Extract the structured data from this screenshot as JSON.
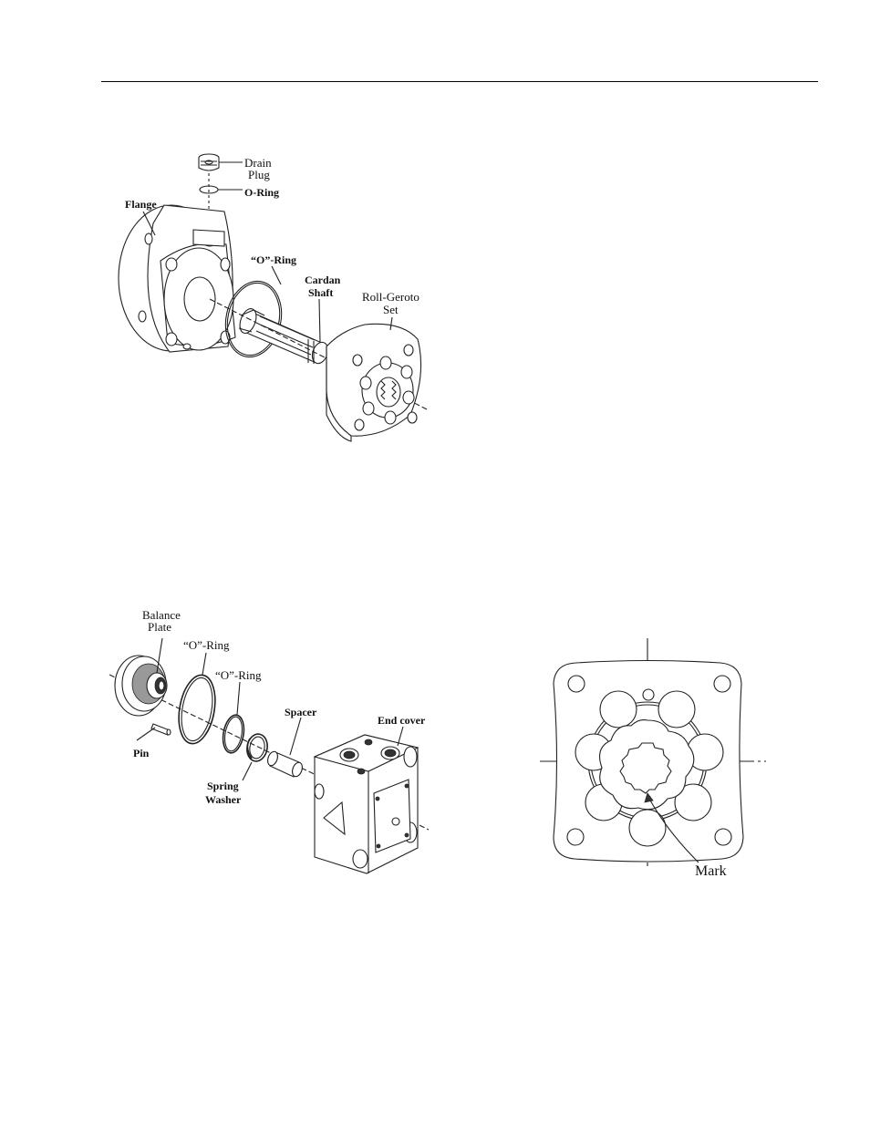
{
  "figure1": {
    "labels": {
      "drain_plug_1": "Drain",
      "drain_plug_2": "Plug",
      "o_ring": "O-Ring",
      "flange": "Flange",
      "o_ring_2": "“O”-Ring",
      "cardan_shaft_1": "Cardan",
      "cardan_shaft_2": "Shaft",
      "roll_geroto_1": "Roll-Geroto",
      "roll_geroto_2": "Set"
    }
  },
  "figure2": {
    "labels": {
      "balance_plate_1": "Balance",
      "balance_plate_2": "Plate",
      "o_ring_a": "“O”-Ring",
      "o_ring_b": "“O”-Ring",
      "pin": "Pin",
      "spring_washer_1": "Spring",
      "spring_washer_2": "Washer",
      "spacer": "Spacer",
      "end_cover": "End cover"
    }
  },
  "figure3": {
    "labels": {
      "mark": "Mark"
    }
  }
}
